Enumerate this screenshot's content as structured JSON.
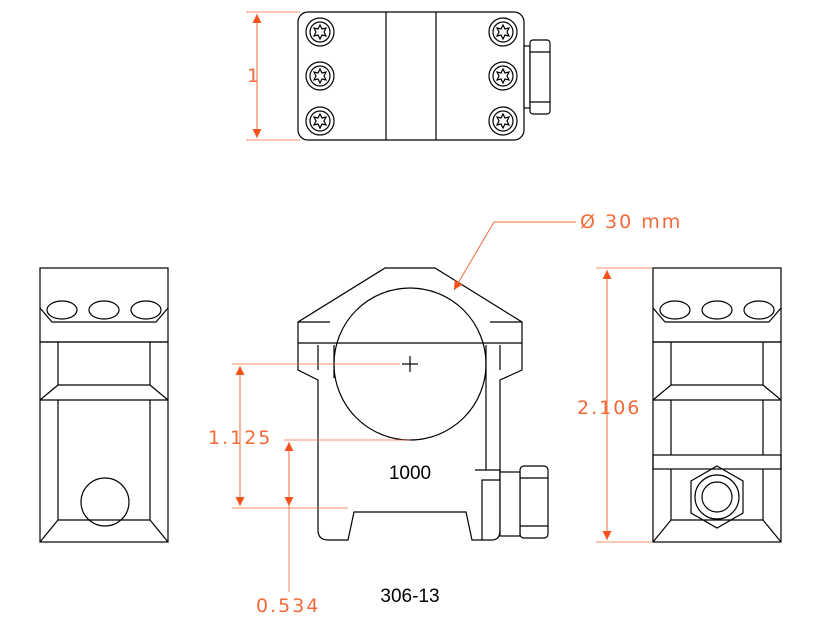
{
  "dimensions": {
    "height_top": "1",
    "diameter": "Ø 30 mm",
    "center_height": "1.125",
    "rail_height": "0.534",
    "overall_height": "2.106"
  },
  "labels": {
    "height_code": "1000",
    "part_number": "306-13"
  },
  "colors": {
    "dimension": "#f26a3a",
    "line": "#000000",
    "background": "#ffffff"
  }
}
